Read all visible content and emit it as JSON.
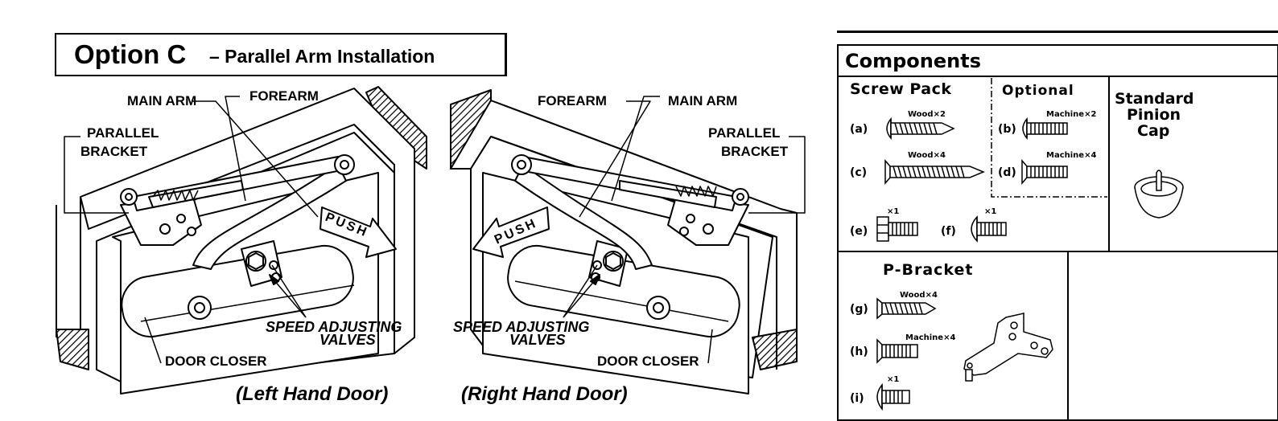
{
  "title": {
    "main": "Option C",
    "sub": "– Parallel Arm Installation"
  },
  "left_diagram": {
    "labels": {
      "main_arm": "MAIN ARM",
      "forearm": "FOREARM",
      "parallel": "PARALLEL",
      "bracket": "BRACKET",
      "push": "PUSH",
      "speed1": "SPEED ADJUSTING",
      "speed2": "VALVES",
      "door_closer": "DOOR CLOSER"
    },
    "caption": "(Left Hand Door)"
  },
  "right_diagram": {
    "labels": {
      "forearm": "FOREARM",
      "main_arm": "MAIN ARM",
      "parallel": "PARALLEL",
      "bracket": "BRACKET",
      "push": "PUSH",
      "speed1": "SPEED ADJUSTING",
      "speed2": "VALVES",
      "door_closer": "DOOR CLOSER"
    },
    "caption": "(Right Hand Door)"
  },
  "components": {
    "heading": "Components",
    "screw_pack": {
      "heading": "Screw Pack",
      "items": [
        {
          "letter": "(a)",
          "qty": "Wood×2"
        },
        {
          "letter": "(c)",
          "qty": "Wood×4"
        },
        {
          "letter": "(e)",
          "qty": "×1"
        },
        {
          "letter": "(f)",
          "qty": "×1"
        }
      ]
    },
    "optional": {
      "heading": "Optional",
      "items": [
        {
          "letter": "(b)",
          "qty": "Machine×2"
        },
        {
          "letter": "(d)",
          "qty": "Machine×4"
        }
      ]
    },
    "pinion_cap": {
      "line1": "Standard",
      "line2": "Pinion",
      "line3": "Cap"
    },
    "p_bracket": {
      "heading": "P-Bracket",
      "items": [
        {
          "letter": "(g)",
          "qty": "Wood×4"
        },
        {
          "letter": "(h)",
          "qty": "Machine×4"
        },
        {
          "letter": "(i)",
          "qty": "×1"
        }
      ]
    }
  }
}
